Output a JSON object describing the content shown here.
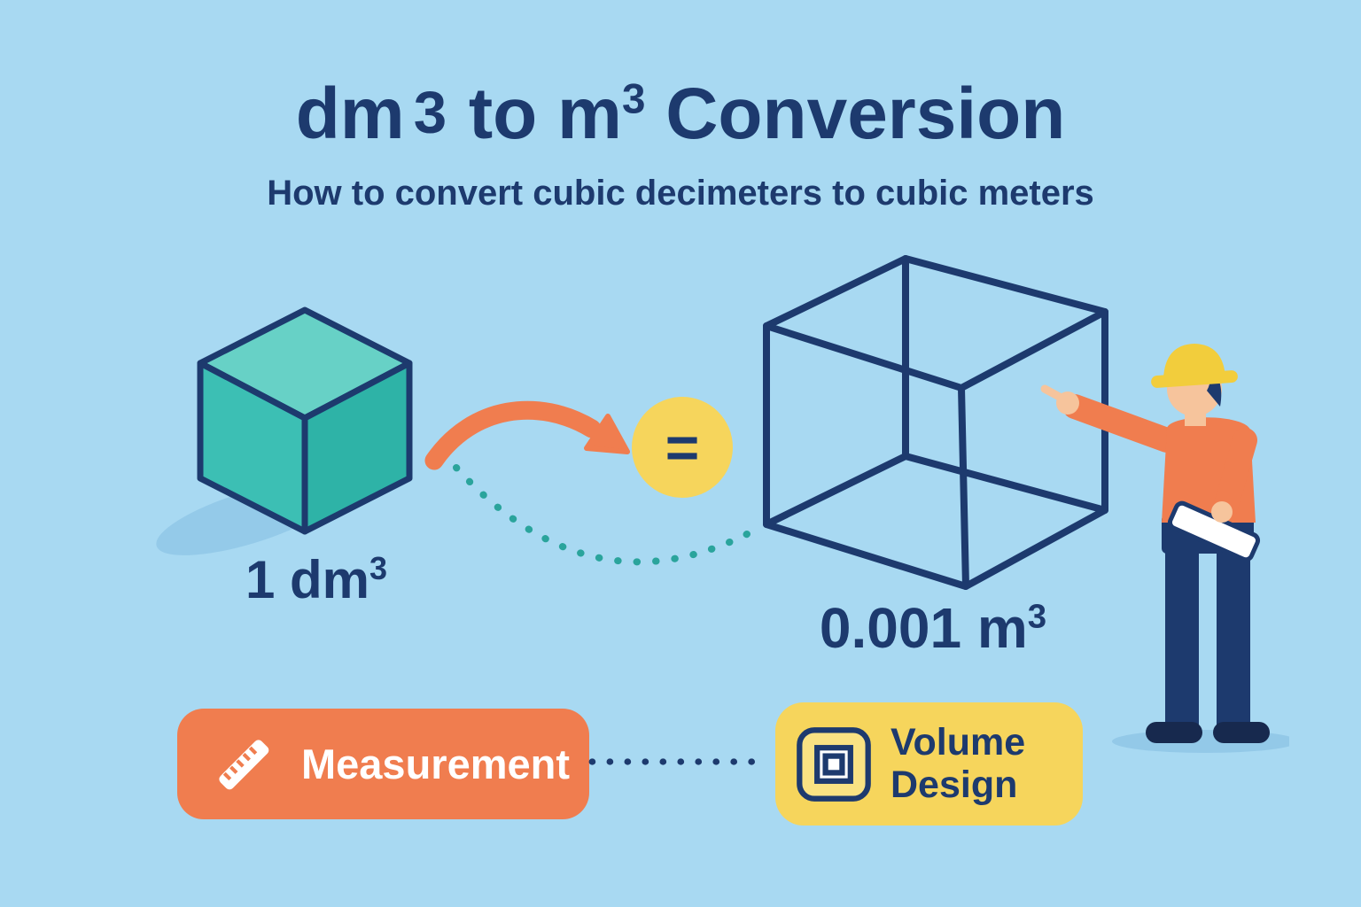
{
  "title": {
    "part1": "dm",
    "exp1": "3",
    "part2": " to m",
    "exp2": "3",
    "part3": " Conversion"
  },
  "subtitle": "How to convert cubic decimeters to cubic meters",
  "conversion": {
    "source": {
      "base": "1 dm",
      "exponent": "3"
    },
    "equals_sign": "=",
    "result": {
      "base": "0.001 m",
      "exponent": "3"
    }
  },
  "badges": {
    "measurement": {
      "label": "Measurement",
      "icon": "ruler-icon"
    },
    "volume_design": {
      "label": "Volume Design",
      "icon": "nested-squares-icon"
    }
  },
  "illustrations": {
    "small_cube": "solid teal cube representing 1 cubic decimeter",
    "large_cube": "navy wireframe cube representing 0.001 cubic meter",
    "engineer": "engineer with yellow hard hat and orange shirt pointing at cube, holding rolled blueprint",
    "arrow": "orange curved conversion arrow",
    "dotted_path": "teal dotted curve from small cube to large cube"
  },
  "colors": {
    "bg": "#a8d9f2",
    "navy": "#1d3a6e",
    "teal_top": "#67d1c6",
    "teal_left": "#3cbfb4",
    "teal_right": "#2eb3a7",
    "teal_dots": "#2aa49c",
    "orange": "#f07d4f",
    "yellow": "#f6d55c",
    "yellow_light": "#f9e283",
    "hat_yellow": "#f2cd3c",
    "skin": "#f6c49c",
    "shadow": "#8fc5e6",
    "shoe": "#17294e"
  }
}
